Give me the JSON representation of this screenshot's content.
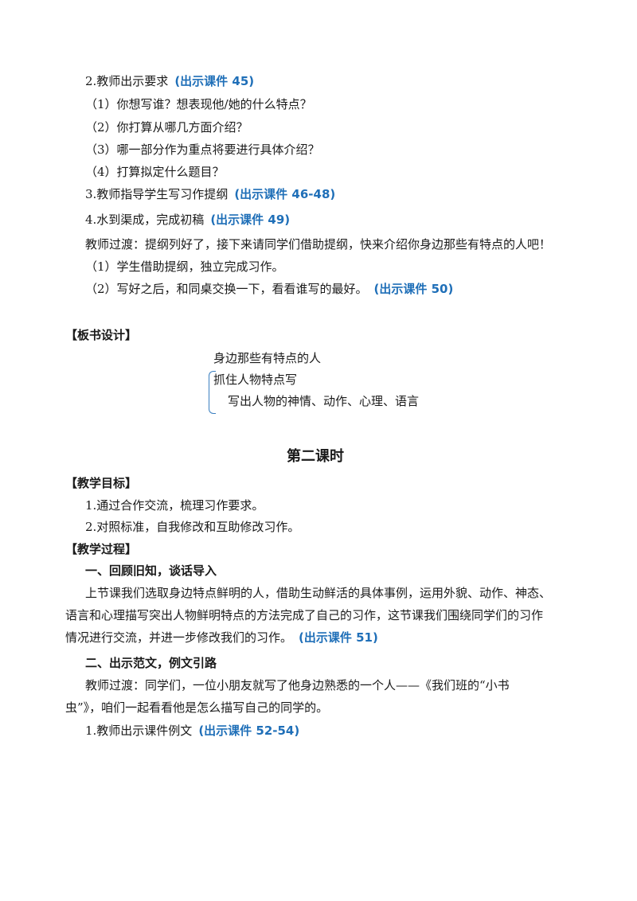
{
  "section1": {
    "step2": {
      "text": "2.教师出示要求",
      "ref": "(出示课件 45)"
    },
    "q1": "（1）你想写谁？想表现他/她的什么特点？",
    "q2": "（2）你打算从哪几方面介绍？",
    "q3": "（3）哪一部分作为重点将要进行具体介绍？",
    "q4": "（4）打算拟定什么题目？",
    "step3": {
      "text": "3.教师指导学生写习作提纲",
      "ref": "(出示课件 46-48)"
    },
    "step4": {
      "text": "4.水到渠成，完成初稿",
      "ref": "(出示课件 49)"
    },
    "transition": "教师过渡：提纲列好了，接下来请同学们借助提纲，快来介绍你身边那些有特点的人吧！",
    "p1": "（1）学生借助提纲，独立完成习作。",
    "p2": {
      "text": "（2）写好之后，和同桌交换一下，看看谁写的最好。",
      "ref": "(出示课件 50)"
    }
  },
  "board": {
    "heading": "【板书设计】",
    "title": "身边那些有特点的人",
    "line1": "抓住人物特点写",
    "line2": "写出人物的神情、动作、心理、语言"
  },
  "lesson2": {
    "title": "第二课时",
    "goals_heading": "【教学目标】",
    "goal1": "1.通过合作交流，梳理习作要求。",
    "goal2": "2.对照标准，自我修改和互助修改习作。",
    "process_heading": "【教学过程】",
    "part1_heading": "一、回顾旧知，谈话导入",
    "part1_l1": "上节课我们选取身边特点鲜明的人，借助生动鲜活的具体事例，运用外貌、动作、神态、",
    "part1_l2": "语言和心理描写突出人物鲜明特点的方法完成了自己的习作，这节课我们围绕同学们的习作",
    "part1_l3": {
      "text": "情况进行交流，并进一步修改我们的习作。",
      "ref": "(出示课件 51)"
    },
    "part2_heading": "二、出示范文，例文引路",
    "part2_l1": "教师过渡：同学们，一位小朋友就写了他身边熟悉的一个人——《我们班的“小书",
    "part2_l2": "虫”》，咱们一起看看他是怎么描写自己的同学的。",
    "part2_step1": {
      "text": "1.教师出示课件例文",
      "ref": "(出示课件 52-54)"
    }
  }
}
